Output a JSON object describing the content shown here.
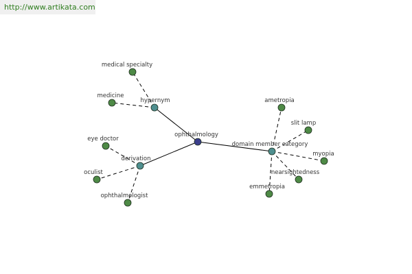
{
  "watermark": "http://www.artikata.com",
  "colors": {
    "center": "#3b3f8c",
    "hub": "#4f8f8f",
    "leaf": "#4e8a46",
    "edge": "#000000"
  },
  "center": {
    "id": "ophthalmology",
    "label": "ophthalmology"
  },
  "hubs": [
    {
      "id": "hypernym",
      "label": "hypernym"
    },
    {
      "id": "derivation",
      "label": "derivation"
    },
    {
      "id": "domain-member-category",
      "label": "domain member category"
    }
  ],
  "leaves": [
    {
      "id": "medical-specialty",
      "label": "medical specialty",
      "hub": "hypernym"
    },
    {
      "id": "medicine",
      "label": "medicine",
      "hub": "hypernym"
    },
    {
      "id": "eye-doctor",
      "label": "eye doctor",
      "hub": "derivation"
    },
    {
      "id": "oculist",
      "label": "oculist",
      "hub": "derivation"
    },
    {
      "id": "ophthalmologist",
      "label": "ophthalmologist",
      "hub": "derivation"
    },
    {
      "id": "ametropia",
      "label": "ametropia",
      "hub": "domain-member-category"
    },
    {
      "id": "slit-lamp",
      "label": "slit lamp",
      "hub": "domain-member-category"
    },
    {
      "id": "myopia",
      "label": "myopia",
      "hub": "domain-member-category"
    },
    {
      "id": "nearsightedness",
      "label": "nearsightedness",
      "hub": "domain-member-category"
    },
    {
      "id": "emmetropia",
      "label": "emmetropia",
      "hub": "domain-member-category"
    }
  ]
}
